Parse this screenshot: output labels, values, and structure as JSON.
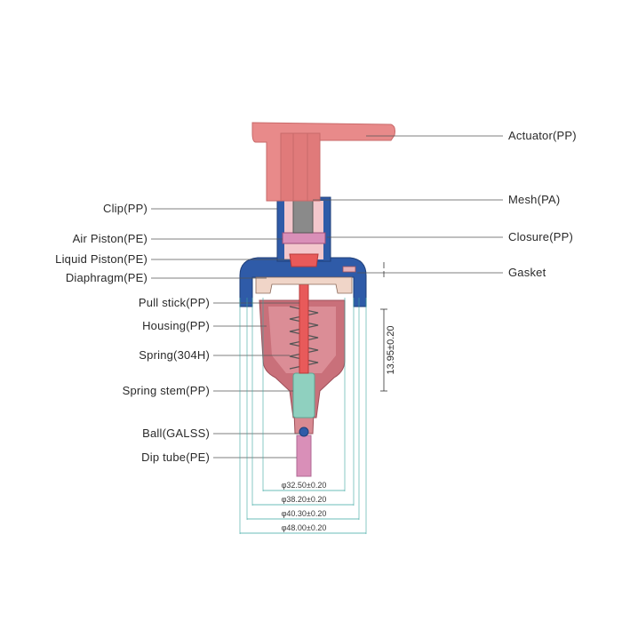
{
  "labels_left": [
    "Clip(PP)",
    "Air Piston(PE)",
    "Liquid Piston(PE)",
    "Diaphragm(PE)",
    "Pull stick(PP)",
    "Housing(PP)",
    "Spring(304H)",
    "Spring stem(PP)",
    "Ball(GALSS)",
    "Dip tube(PE)"
  ],
  "labels_right": [
    "Actuator(PP)",
    "Mesh(PA)",
    "Closure(PP)",
    "Gasket"
  ],
  "dimensions": [
    "φ32.50±0.20",
    "φ38.20±0.20",
    "φ40.30±0.20",
    "φ48.00±0.20"
  ],
  "height_dimension": "13.95±0.20",
  "colors": {
    "actuator": "#e88a8a",
    "actuator_dark": "#c96a6a",
    "closure": "#2f5ba8",
    "closure_dark": "#1f3f7a",
    "housing": "#c9707a",
    "housing_light": "#e7a0a8",
    "inner": "#f3c7cc",
    "stem": "#8fd0bf",
    "mesh": "#8a8a8a",
    "dim_line": "#3aa6a0"
  }
}
